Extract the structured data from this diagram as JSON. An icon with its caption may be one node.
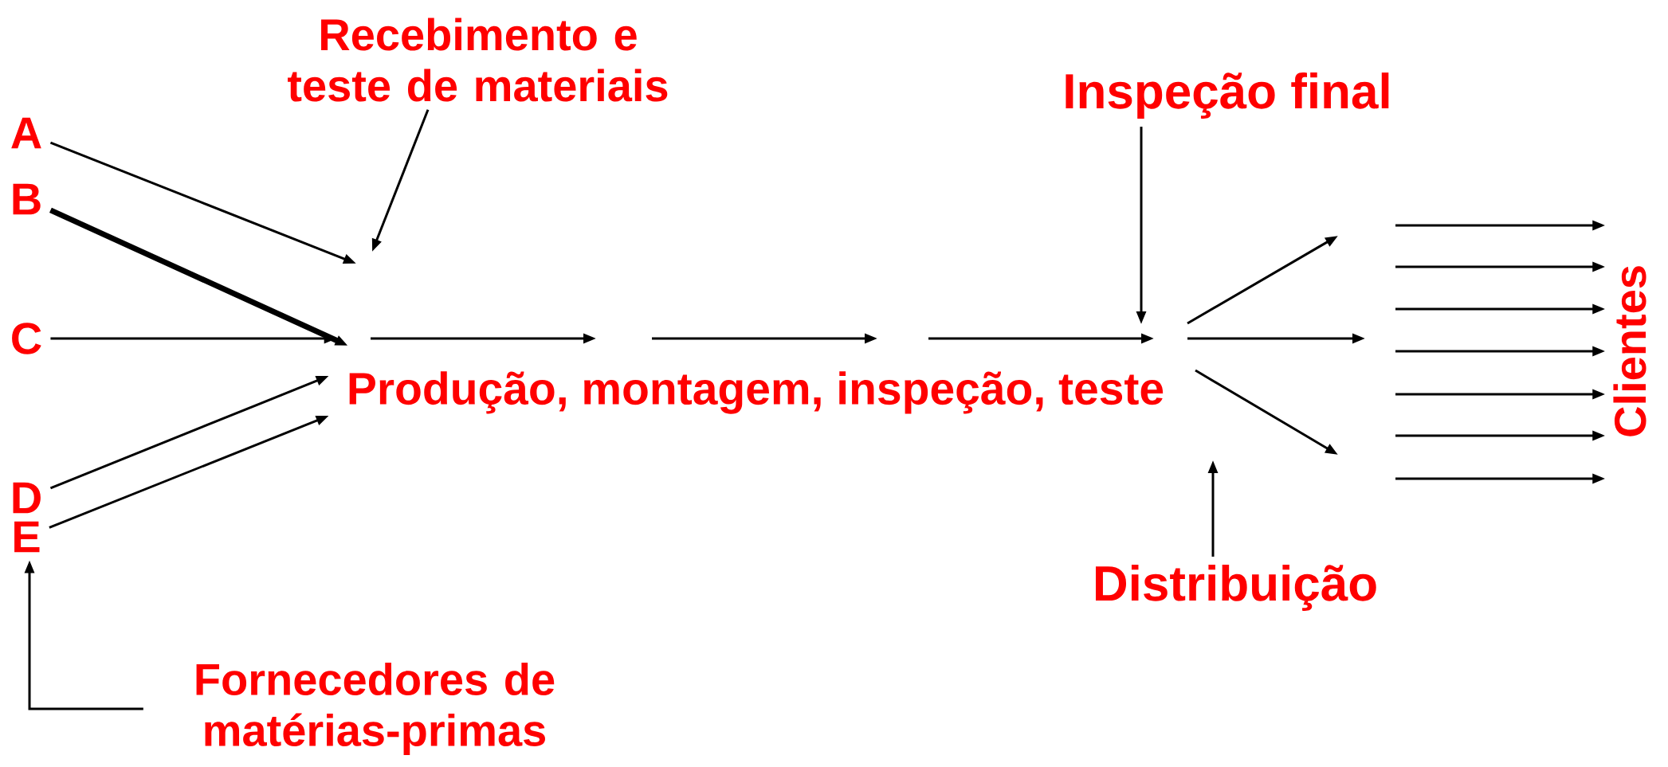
{
  "diagram": {
    "nodes": [
      {
        "text": [
          "A"
        ]
      },
      {
        "text": [
          "B"
        ]
      },
      {
        "text": [
          "C"
        ]
      },
      {
        "text": [
          "D"
        ]
      },
      {
        "text": [
          "E"
        ]
      },
      {
        "text": [
          "Recebimento e teste de materiais"
        ]
      },
      {
        "text": [
          "Inspeção final"
        ]
      },
      {
        "text": [
          "Produção, montagem, inspeção, teste"
        ]
      },
      {
        "text": [
          "Distribuição"
        ]
      },
      {
        "text": [
          "Fornecedores de matérias-primas"
        ]
      },
      {
        "text": [
          "Clientes"
        ]
      }
    ],
    "edges": [
      {
        "from": 0,
        "to": null,
        "arrow": "to"
      },
      {
        "from": 1,
        "to": 7,
        "arrow": "to",
        "style": "thick"
      },
      {
        "from": 2,
        "to": 7,
        "arrow": "to"
      },
      {
        "from": 3,
        "to": 7,
        "arrow": "to"
      },
      {
        "from": 4,
        "to": 7,
        "arrow": "to"
      },
      {
        "from": 5,
        "to": null,
        "arrow": "to"
      },
      {
        "from": 6,
        "to": null,
        "arrow": "to"
      },
      {
        "from": 8,
        "to": null,
        "arrow": "to"
      },
      {
        "from": null,
        "to": 10,
        "arrow": "to"
      },
      {
        "from": null,
        "to": 10,
        "arrow": "to"
      },
      {
        "from": null,
        "to": 10,
        "arrow": "to"
      },
      {
        "from": null,
        "to": 10,
        "arrow": "to"
      },
      {
        "from": null,
        "to": 10,
        "arrow": "to"
      },
      {
        "from": null,
        "to": 10,
        "arrow": "to"
      },
      {
        "from": null,
        "to": 10,
        "arrow": "to"
      },
      {
        "from": 9,
        "to": 4,
        "arrow": "to"
      }
    ]
  }
}
